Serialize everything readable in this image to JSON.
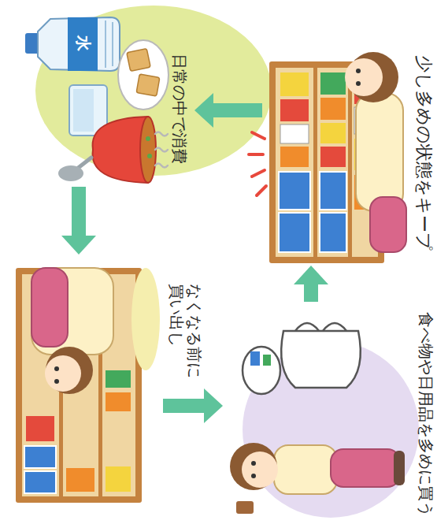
{
  "diagram": {
    "nodes": [
      {
        "text": [
          "食べ物や日用品を多めに買う"
        ]
      },
      {
        "text": [
          "少し多めの状態をキープ"
        ]
      },
      {
        "text": [
          "日常の中で消費"
        ]
      },
      {
        "text": [
          "なくなる前に 買い出し"
        ]
      }
    ],
    "edges": [
      {
        "from": 0,
        "to": 1,
        "arrow": "to"
      },
      {
        "from": 1,
        "to": 2,
        "arrow": "to"
      },
      {
        "from": 2,
        "to": 3,
        "arrow": "to"
      },
      {
        "from": 3,
        "to": 0,
        "arrow": "to"
      }
    ],
    "labels": [
      "水"
    ]
  }
}
